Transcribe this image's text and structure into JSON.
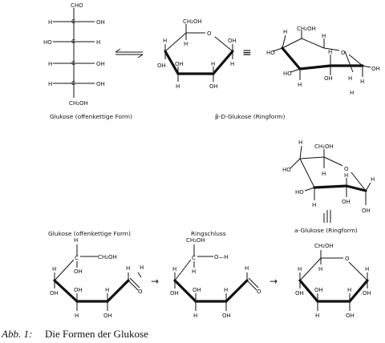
{
  "figure": {
    "caption_label": "Abb. 1:",
    "caption_text": "Die Formen der Glukose"
  },
  "labels": {
    "open_chain_top": "Glukose (offenkettige Form)",
    "beta_ring": "β-D-Glukose (Ringform)",
    "alpha_ring": "a-Glukose (Ringform)",
    "open_chain_bottom": "Glukose (offenkettige Form)",
    "ring_closure": "Ringschluss"
  },
  "atoms": {
    "C": "C",
    "H": "H",
    "O": "O",
    "OH": "OH",
    "HO": "HO",
    "CHO": "CHO",
    "CH2OH": "CH₂OH",
    "O_minus_H": "O—H",
    "equilibrium": "⇐⇒",
    "equals": "≡",
    "arrow": "→",
    "parallel": "||"
  }
}
